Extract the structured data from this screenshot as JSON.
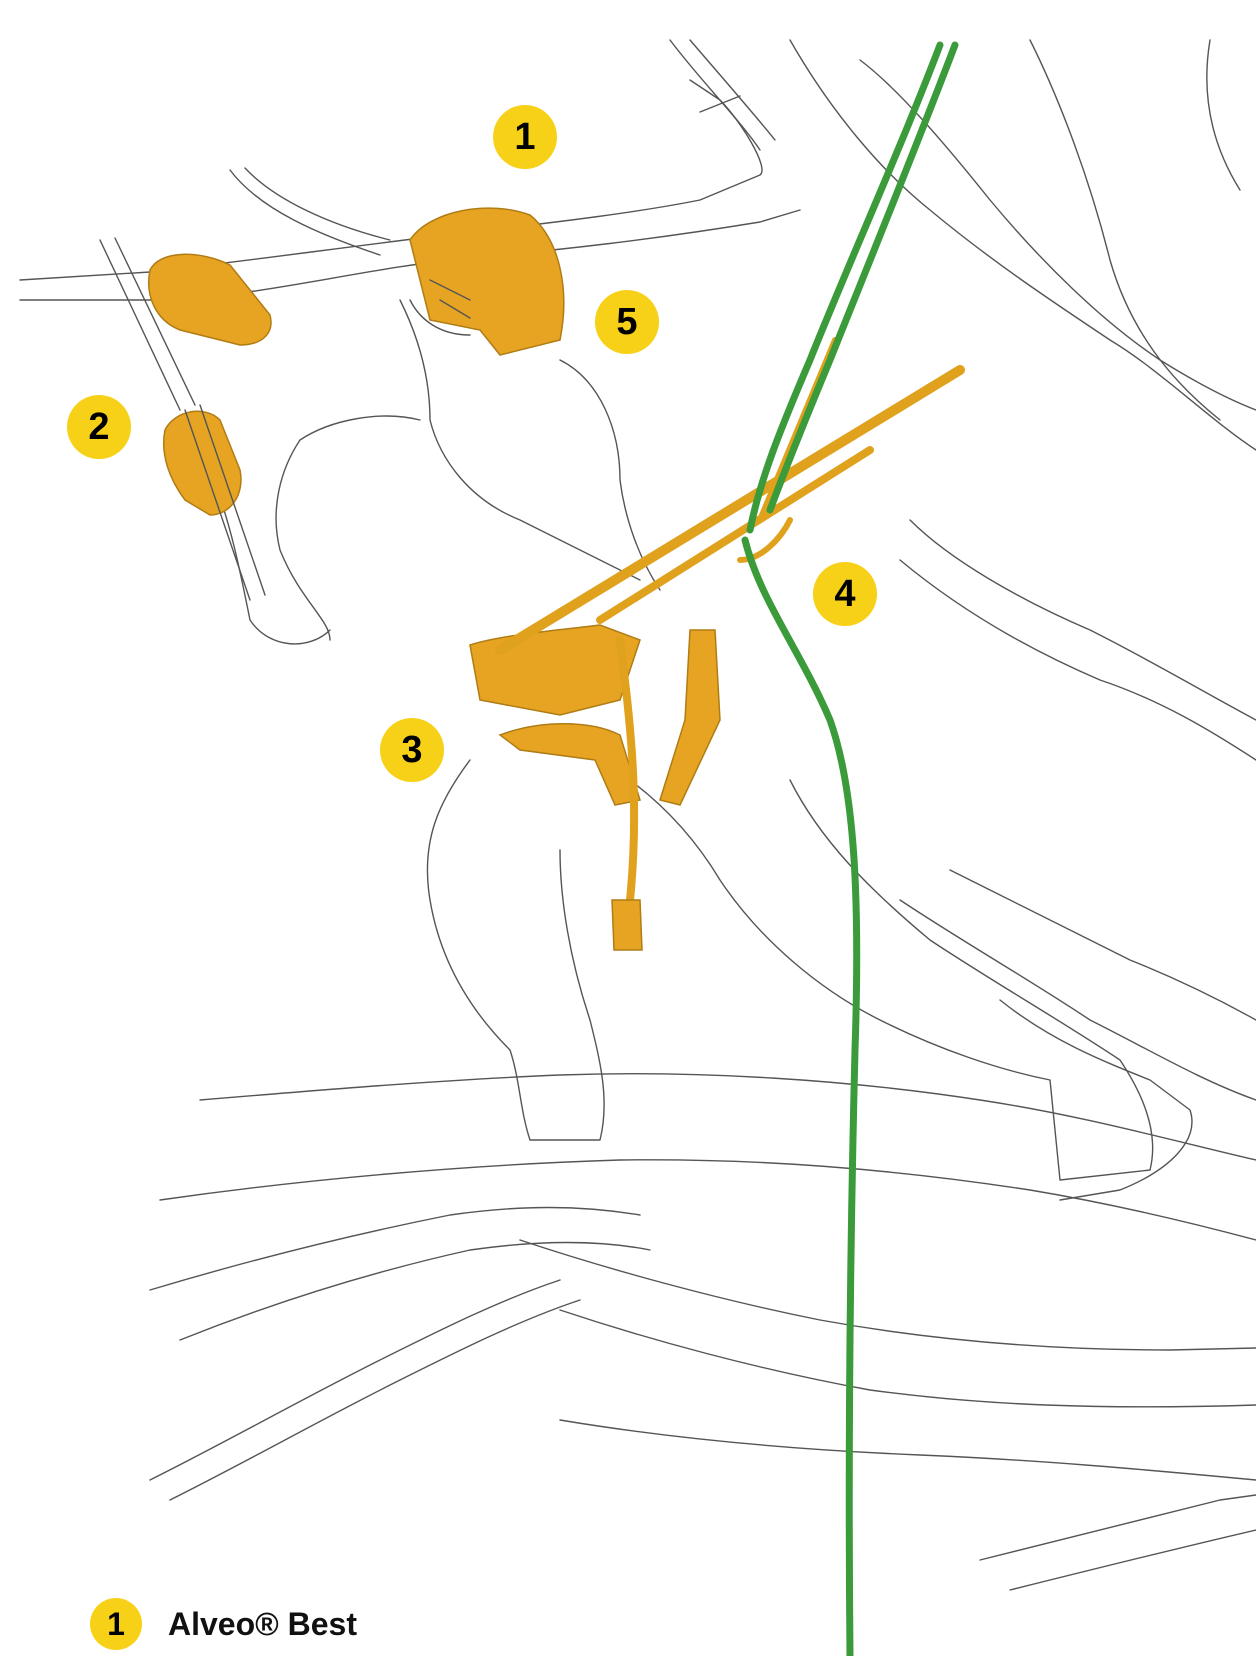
{
  "callouts": [
    "1",
    "2",
    "3",
    "4",
    "5"
  ],
  "legend": {
    "number": "1",
    "label": "Alveo® Best"
  },
  "colors": {
    "badge": "#f7d117",
    "gear": "#e6a422",
    "rope": "#3b9a3a",
    "outline": "#555555"
  }
}
